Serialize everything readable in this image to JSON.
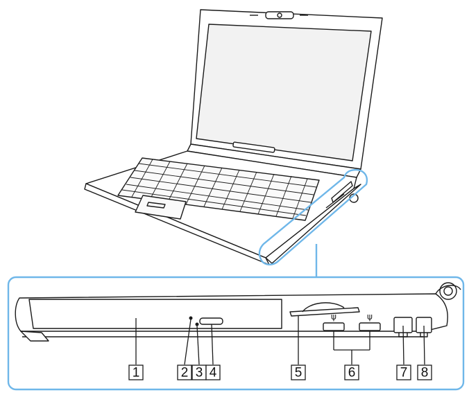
{
  "callouts": [
    {
      "id": 1,
      "label": "1"
    },
    {
      "id": 2,
      "label": "2"
    },
    {
      "id": 3,
      "label": "3"
    },
    {
      "id": 4,
      "label": "4"
    },
    {
      "id": 5,
      "label": "5"
    },
    {
      "id": 6,
      "label": "6"
    },
    {
      "id": 7,
      "label": "7"
    },
    {
      "id": 8,
      "label": "8"
    }
  ],
  "colors": {
    "line": "#1a1a1a",
    "highlight": "#6fb7e9",
    "screen": "#ececec",
    "body": "#ffffff"
  },
  "icons": [
    "laptop-illustration",
    "optical-drive",
    "usb-port-icon",
    "network-port-icon",
    "modem-port-icon",
    "memory-stick-slot"
  ]
}
